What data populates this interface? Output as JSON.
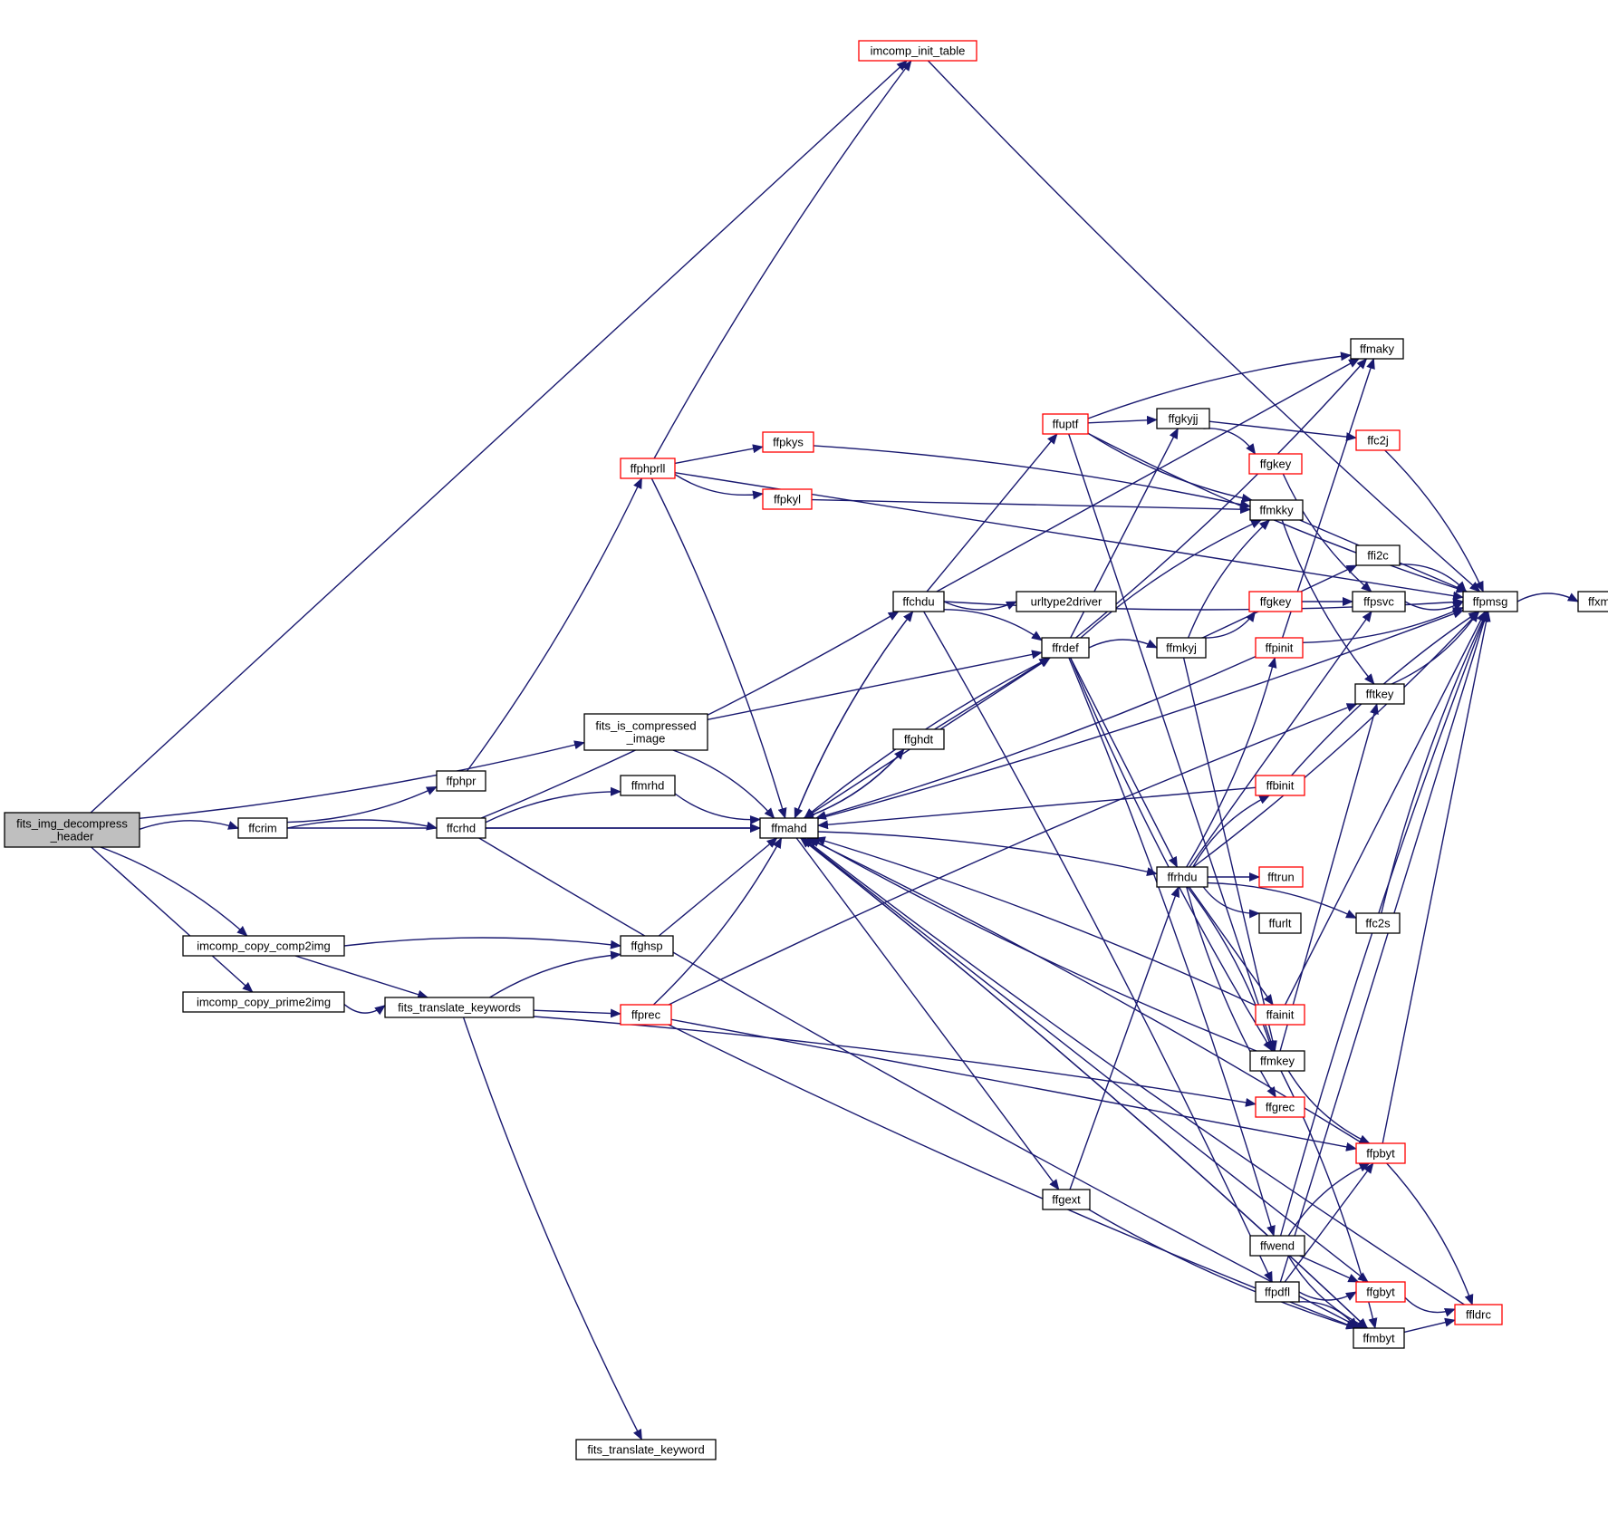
{
  "colors": {
    "edge": "#191970",
    "node_fill": "#ffffff",
    "node_border": "#000000",
    "truncated_border": "#ff0000",
    "root_fill": "#bfbfbf"
  },
  "nodes": [
    {
      "id": "root",
      "lines": [
        "fits_img_decompress",
        "_header"
      ],
      "style": "root"
    },
    {
      "id": "ffcrim",
      "lines": [
        "ffcrim"
      ],
      "style": "normal"
    },
    {
      "id": "ffphpr",
      "lines": [
        "ffphpr"
      ],
      "style": "normal"
    },
    {
      "id": "ffcrhd",
      "lines": [
        "ffcrhd"
      ],
      "style": "normal"
    },
    {
      "id": "ffphprll",
      "lines": [
        "ffphprll"
      ],
      "style": "truncated"
    },
    {
      "id": "imcomp_init_table",
      "lines": [
        "imcomp_init_table"
      ],
      "style": "truncated"
    },
    {
      "id": "ffpkys",
      "lines": [
        "ffpkys"
      ],
      "style": "truncated"
    },
    {
      "id": "ffpkyl",
      "lines": [
        "ffpkyl"
      ],
      "style": "truncated"
    },
    {
      "id": "fits_is_compressed",
      "lines": [
        "fits_is_compressed",
        "_image"
      ],
      "style": "normal"
    },
    {
      "id": "ffmrhd",
      "lines": [
        "ffmrhd"
      ],
      "style": "normal"
    },
    {
      "id": "ffmahd",
      "lines": [
        "ffmahd"
      ],
      "style": "normal"
    },
    {
      "id": "imcomp_copy_comp2img",
      "lines": [
        "imcomp_copy_comp2img"
      ],
      "style": "normal"
    },
    {
      "id": "imcomp_copy_prime2img",
      "lines": [
        "imcomp_copy_prime2img"
      ],
      "style": "normal"
    },
    {
      "id": "fits_translate_keywords",
      "lines": [
        "fits_translate_keywords"
      ],
      "style": "normal"
    },
    {
      "id": "ffghsp",
      "lines": [
        "ffghsp"
      ],
      "style": "normal"
    },
    {
      "id": "ffprec",
      "lines": [
        "ffprec"
      ],
      "style": "truncated"
    },
    {
      "id": "fits_translate_keyword",
      "lines": [
        "fits_translate_keyword"
      ],
      "style": "normal"
    },
    {
      "id": "ffchdu",
      "lines": [
        "ffchdu"
      ],
      "style": "normal"
    },
    {
      "id": "urltype2driver",
      "lines": [
        "urltype2driver"
      ],
      "style": "normal"
    },
    {
      "id": "ffghdt",
      "lines": [
        "ffghdt"
      ],
      "style": "normal"
    },
    {
      "id": "ffrdef",
      "lines": [
        "ffrdef"
      ],
      "style": "normal"
    },
    {
      "id": "ffuptf",
      "lines": [
        "ffuptf"
      ],
      "style": "truncated"
    },
    {
      "id": "ffgkyjj",
      "lines": [
        "ffgkyjj"
      ],
      "style": "normal"
    },
    {
      "id": "ffgkey1",
      "lines": [
        "ffgkey"
      ],
      "style": "truncated"
    },
    {
      "id": "ffmaky",
      "lines": [
        "ffmaky"
      ],
      "style": "normal"
    },
    {
      "id": "ffc2j",
      "lines": [
        "ffc2j"
      ],
      "style": "truncated"
    },
    {
      "id": "ffmkky",
      "lines": [
        "ffmkky"
      ],
      "style": "normal"
    },
    {
      "id": "ffi2c",
      "lines": [
        "ffi2c"
      ],
      "style": "normal"
    },
    {
      "id": "ffgkey2",
      "lines": [
        "ffgkey"
      ],
      "style": "truncated"
    },
    {
      "id": "ffpsvc",
      "lines": [
        "ffpsvc"
      ],
      "style": "normal"
    },
    {
      "id": "ffpmsg",
      "lines": [
        "ffpmsg"
      ],
      "style": "normal"
    },
    {
      "id": "ffxmsg",
      "lines": [
        "ffxmsg"
      ],
      "style": "normal"
    },
    {
      "id": "ffmkyj",
      "lines": [
        "ffmkyj"
      ],
      "style": "normal"
    },
    {
      "id": "ffpinit",
      "lines": [
        "ffpinit"
      ],
      "style": "truncated"
    },
    {
      "id": "fftkey",
      "lines": [
        "fftkey"
      ],
      "style": "normal"
    },
    {
      "id": "ffbinit",
      "lines": [
        "ffbinit"
      ],
      "style": "truncated"
    },
    {
      "id": "ffrhdu",
      "lines": [
        "ffrhdu"
      ],
      "style": "normal"
    },
    {
      "id": "fftrun",
      "lines": [
        "fftrun"
      ],
      "style": "truncated"
    },
    {
      "id": "ffurlt",
      "lines": [
        "ffurlt"
      ],
      "style": "normal"
    },
    {
      "id": "ffc2s",
      "lines": [
        "ffc2s"
      ],
      "style": "normal"
    },
    {
      "id": "ffainit",
      "lines": [
        "ffainit"
      ],
      "style": "truncated"
    },
    {
      "id": "ffmkey",
      "lines": [
        "ffmkey"
      ],
      "style": "normal"
    },
    {
      "id": "ffgrec",
      "lines": [
        "ffgrec"
      ],
      "style": "truncated"
    },
    {
      "id": "ffpbyt",
      "lines": [
        "ffpbyt"
      ],
      "style": "truncated"
    },
    {
      "id": "ffgext",
      "lines": [
        "ffgext"
      ],
      "style": "normal"
    },
    {
      "id": "ffwend",
      "lines": [
        "ffwend"
      ],
      "style": "normal"
    },
    {
      "id": "ffpdfl",
      "lines": [
        "ffpdfl"
      ],
      "style": "normal"
    },
    {
      "id": "ffgbyt",
      "lines": [
        "ffgbyt"
      ],
      "style": "truncated"
    },
    {
      "id": "ffldrc",
      "lines": [
        "ffldrc"
      ],
      "style": "truncated"
    },
    {
      "id": "ffmbyt",
      "lines": [
        "ffmbyt"
      ],
      "style": "normal"
    }
  ],
  "edges": [
    [
      "root",
      "ffcrim"
    ],
    [
      "root",
      "imcomp_init_table"
    ],
    [
      "root",
      "fits_is_compressed"
    ],
    [
      "root",
      "imcomp_copy_comp2img"
    ],
    [
      "root",
      "imcomp_copy_prime2img"
    ],
    [
      "ffcrim",
      "ffphpr"
    ],
    [
      "ffcrim",
      "ffcrhd"
    ],
    [
      "ffcrim",
      "ffmahd"
    ],
    [
      "ffphpr",
      "ffphprll"
    ],
    [
      "ffphprll",
      "imcomp_init_table"
    ],
    [
      "ffphprll",
      "ffpkys"
    ],
    [
      "ffphprll",
      "ffpkyl"
    ],
    [
      "ffphprll",
      "ffmahd"
    ],
    [
      "ffphprll",
      "ffpmsg"
    ],
    [
      "imcomp_init_table",
      "ffpmsg"
    ],
    [
      "ffpkys",
      "ffmkky"
    ],
    [
      "ffpkyl",
      "ffmkky"
    ],
    [
      "ffcrhd",
      "ffchdu"
    ],
    [
      "ffcrhd",
      "ffmrhd"
    ],
    [
      "ffcrhd",
      "ffmahd"
    ],
    [
      "ffcrhd",
      "ffmbyt"
    ],
    [
      "fits_is_compressed",
      "ffmahd"
    ],
    [
      "fits_is_compressed",
      "ffrdef"
    ],
    [
      "ffmrhd",
      "ffmahd"
    ],
    [
      "imcomp_copy_comp2img",
      "ffghsp"
    ],
    [
      "imcomp_copy_comp2img",
      "fits_translate_keywords"
    ],
    [
      "imcomp_copy_prime2img",
      "fits_translate_keywords"
    ],
    [
      "fits_translate_keywords",
      "ffghsp"
    ],
    [
      "fits_translate_keywords",
      "ffprec"
    ],
    [
      "fits_translate_keywords",
      "fits_translate_keyword"
    ],
    [
      "fits_translate_keywords",
      "ffgrec"
    ],
    [
      "ffghsp",
      "ffmahd"
    ],
    [
      "ffprec",
      "ffmahd"
    ],
    [
      "ffprec",
      "fftkey"
    ],
    [
      "ffprec",
      "ffpbyt"
    ],
    [
      "ffprec",
      "ffmbyt"
    ],
    [
      "ffmahd",
      "ffchdu"
    ],
    [
      "ffmahd",
      "ffrdef"
    ],
    [
      "ffmahd",
      "ffghdt"
    ],
    [
      "ffmahd",
      "ffrhdu"
    ],
    [
      "ffmahd",
      "ffgext"
    ],
    [
      "ffmahd",
      "ffpmsg"
    ],
    [
      "ffmahd",
      "ffmbyt"
    ],
    [
      "ffmahd",
      "ffgbyt"
    ],
    [
      "ffchdu",
      "urltype2driver"
    ],
    [
      "ffchdu",
      "ffrdef"
    ],
    [
      "ffchdu",
      "ffuptf"
    ],
    [
      "ffchdu",
      "ffmahd"
    ],
    [
      "ffchdu",
      "ffpdfl"
    ],
    [
      "ffchdu",
      "ffmaky"
    ],
    [
      "ffchdu",
      "ffpmsg"
    ],
    [
      "ffghdt",
      "ffmahd"
    ],
    [
      "ffghdt",
      "ffrdef"
    ],
    [
      "ffrdef",
      "ffmahd"
    ],
    [
      "ffrdef",
      "ffmkyj"
    ],
    [
      "ffrdef",
      "ffgkyjj"
    ],
    [
      "ffrdef",
      "ffmaky"
    ],
    [
      "ffrdef",
      "ffmkky"
    ],
    [
      "ffrdef",
      "ffrhdu"
    ],
    [
      "ffrdef",
      "ffmkey"
    ],
    [
      "ffrdef",
      "ffwend"
    ],
    [
      "ffuptf",
      "ffgkyjj"
    ],
    [
      "ffuptf",
      "ffmkky"
    ],
    [
      "ffuptf",
      "ffmaky"
    ],
    [
      "ffuptf",
      "ffmkey"
    ],
    [
      "ffuptf",
      "ffpmsg"
    ],
    [
      "ffgkyjj",
      "ffgkey1"
    ],
    [
      "ffgkyjj",
      "ffc2j"
    ],
    [
      "ffgkey1",
      "ffpsvc"
    ],
    [
      "ffc2j",
      "ffpmsg"
    ],
    [
      "ffmkky",
      "ffpmsg"
    ],
    [
      "ffmkky",
      "fftkey"
    ],
    [
      "ffi2c",
      "ffpmsg"
    ],
    [
      "ffgkey2",
      "ffpsvc"
    ],
    [
      "ffpsvc",
      "ffpmsg"
    ],
    [
      "ffpmsg",
      "ffxmsg"
    ],
    [
      "ffmkyj",
      "ffi2c"
    ],
    [
      "ffmkyj",
      "ffgkey2"
    ],
    [
      "ffmkyj",
      "ffmkky"
    ],
    [
      "ffmkyj",
      "ffmkey"
    ],
    [
      "ffpinit",
      "ffpmsg"
    ],
    [
      "ffpinit",
      "ffmahd"
    ],
    [
      "ffpinit",
      "ffmaky"
    ],
    [
      "fftkey",
      "ffpmsg"
    ],
    [
      "ffbinit",
      "ffpmsg"
    ],
    [
      "ffbinit",
      "ffmahd"
    ],
    [
      "ffrhdu",
      "ffpinit"
    ],
    [
      "ffrhdu",
      "ffbinit"
    ],
    [
      "ffrhdu",
      "fftrun"
    ],
    [
      "ffrhdu",
      "ffurlt"
    ],
    [
      "ffrhdu",
      "ffc2s"
    ],
    [
      "ffrhdu",
      "ffainit"
    ],
    [
      "ffrhdu",
      "ffgrec"
    ],
    [
      "ffrhdu",
      "ffmkey"
    ],
    [
      "ffrhdu",
      "ffpsvc"
    ],
    [
      "ffrhdu",
      "ffpmsg"
    ],
    [
      "ffc2s",
      "ffpmsg"
    ],
    [
      "ffainit",
      "ffpmsg"
    ],
    [
      "ffainit",
      "ffmahd"
    ],
    [
      "ffmkey",
      "ffmahd"
    ],
    [
      "ffmkey",
      "fftkey"
    ],
    [
      "ffmkey",
      "ffpbyt"
    ],
    [
      "ffmkey",
      "ffmbyt"
    ],
    [
      "ffpbyt",
      "ffpmsg"
    ],
    [
      "ffpbyt",
      "ffmahd"
    ],
    [
      "ffpbyt",
      "ffldrc"
    ],
    [
      "ffgext",
      "ffrhdu"
    ],
    [
      "ffgext",
      "ffmbyt"
    ],
    [
      "ffwend",
      "ffpbyt"
    ],
    [
      "ffwend",
      "ffgbyt"
    ],
    [
      "ffwend",
      "ffmbyt"
    ],
    [
      "ffwend",
      "ffpmsg"
    ],
    [
      "ffpdfl",
      "ffpbyt"
    ],
    [
      "ffpdfl",
      "ffgbyt"
    ],
    [
      "ffpdfl",
      "ffmbyt"
    ],
    [
      "ffpdfl",
      "ffpmsg"
    ],
    [
      "ffgbyt",
      "ffldrc"
    ],
    [
      "ffldrc",
      "ffmahd"
    ],
    [
      "ffmbyt",
      "ffldrc"
    ],
    [
      "ffmbyt",
      "ffmahd"
    ]
  ]
}
